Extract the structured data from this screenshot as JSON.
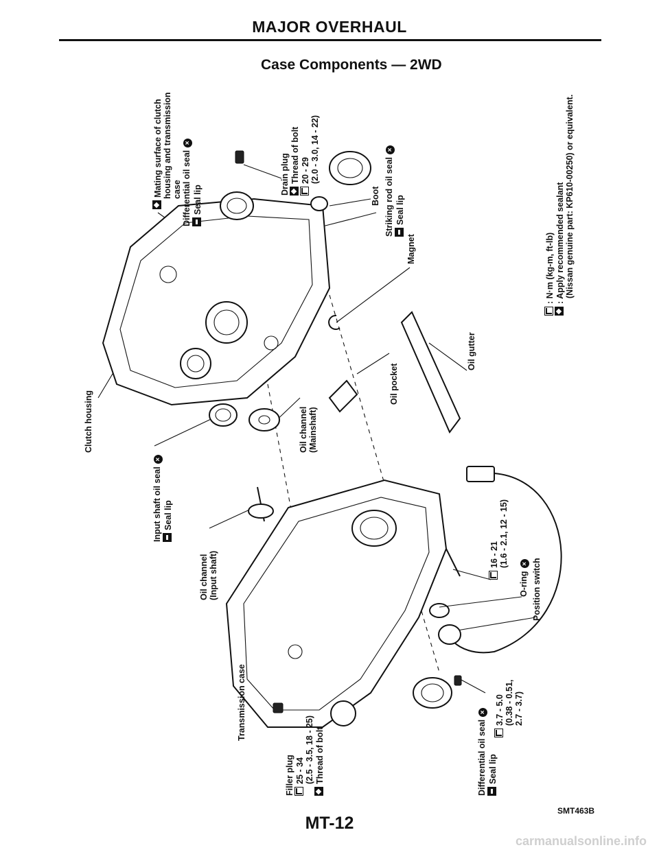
{
  "header": {
    "title": "MAJOR OVERHAUL"
  },
  "subtitle": "Case Components — 2WD",
  "page_number": "MT-12",
  "figure_id": "SMT463B",
  "watermark": "carmanualsonline.info",
  "labels": {
    "clutch_housing": "Clutch housing",
    "mating_surface": [
      "Mating surface of clutch",
      "housing and transmission",
      "case"
    ],
    "diff_seal_top": "Differential oil seal",
    "seal_lip": "Seal lip",
    "drain_plug": "Drain plug",
    "thread_of_bolt": "Thread of bolt",
    "drain_torque_1": "20 - 29",
    "drain_torque_2": "(2.0 - 3.0, 14 - 22)",
    "boot": "Boot",
    "striking_rod_seal": "Striking rod oil seal",
    "magnet": "Magnet",
    "oil_gutter": "Oil gutter",
    "oil_pocket": "Oil pocket",
    "oil_channel_main_1": "Oil channel",
    "oil_channel_main_2": "(Mainshaft)",
    "input_seal": "Input shaft oil seal",
    "oil_channel_input_1": "Oil channel",
    "oil_channel_input_2": "(Input shaft)",
    "transmission_case": "Transmission case",
    "filler_plug": "Filler plug",
    "filler_torque_1": "25 - 34",
    "filler_torque_2": "(2.5 - 3.5, 18 - 25)",
    "diff_seal_bottom": "Differential oil seal",
    "bolt_torque_1": "16 - 21",
    "bolt_torque_2": "(1.6 - 2.1, 12 - 15)",
    "o_ring": "O-ring",
    "position_switch": "Position switch",
    "switch_torque_1": "3.7 - 5.0",
    "switch_torque_2": "(0.38 - 0.51,",
    "switch_torque_3": "2.7 - 3.7)"
  },
  "legend": {
    "torque_units": ": N·m (kg-m, ft-lb)",
    "sealant_1": ": Apply recommended sealant",
    "sealant_2": "(Nissan genuine part: KP610-00250) or equivalent."
  },
  "icons": {
    "replace": "circled-x-replace-icon",
    "torque": "torque-wrench-icon",
    "sealant": "sealant-icon",
    "grease": "grease-icon"
  }
}
